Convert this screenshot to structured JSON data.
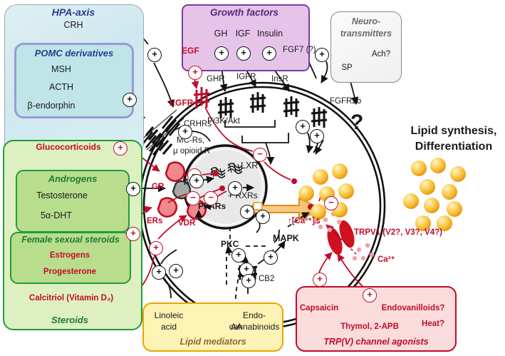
{
  "figure": {
    "outcome_line1": "Lipid synthesis,",
    "outcome_line2": "Differentiation",
    "question_mark": "?"
  },
  "hpa": {
    "title": "HPA-axis",
    "crh": "CRH",
    "pomc": {
      "title": "POMC derivatives",
      "items": [
        "MSH",
        "ACTH",
        "β-endorphin"
      ]
    }
  },
  "steroids": {
    "title": "Steroids",
    "glucocorticoids": "Glucocorticoids",
    "androgens": {
      "title": "Androgens",
      "items": [
        "Testosterone",
        "5α-DHT"
      ]
    },
    "female": {
      "title": "Female sexual steroids",
      "items": [
        "Estrogens",
        "Progesterone"
      ]
    },
    "calcitriol": "Calcitriol (Vitamin D₃)"
  },
  "growth_factors": {
    "title": "Growth factors",
    "ligands": [
      "GH",
      "IGF",
      "Insulin"
    ],
    "fgf7": "FGF7 (?)",
    "egf": "EGF"
  },
  "neurotransmitters": {
    "title_line1": "Neuro-",
    "title_line2": "transmitters",
    "ach": "Ach?",
    "sp": "SP"
  },
  "lipid_mediators": {
    "title": "Lipid mediators",
    "linoleic_line1": "Linoleic",
    "linoleic_line2": "acid",
    "aa": "AA",
    "endo_line1": "Endo-",
    "endo_line2": "cannabinoids"
  },
  "trp": {
    "title": "TRP(V) channel agonists",
    "capsaicin": "Capsaicin",
    "thymol": "Thymol, 2-APB",
    "endovanilloids": "Endovanilloids?",
    "heat": "Heat?"
  },
  "receptors": {
    "egfr": "EGFR",
    "ghr": "GHR",
    "igfr": "IGFR",
    "insr": "InsR",
    "fgfr2b": "FGFR2b",
    "crhrs": "CRHRs",
    "mcrs_line1": "MC-Rs,",
    "mcrs_line2": "μ opioid R",
    "cb2": "CB2",
    "trpv1": "TRPV1 (V2?, V3?, V4?)",
    "gr": "GR",
    "ar": "AR",
    "ers": "ERs",
    "vdr": "VDR",
    "ppars": "PPARs",
    "lxr": "LXR",
    "rxrs": "+ RXRs"
  },
  "intracellular": {
    "pi3k_akt": "Pi3K/Akt",
    "pkc": "PKC",
    "mapk": "MAPK",
    "calcium_rise": "↑[Ca²⁺]ᵢꜱ",
    "calcium_ion": "Ca²⁺"
  },
  "signs": {
    "plus": "+",
    "minus": "−"
  },
  "colors": {
    "red": "#c00d2a",
    "green": "#1f7a33",
    "purple": "#5b2580",
    "blue": "#2b3a8f",
    "gray": "#6b6b6b",
    "brown": "#8a6a2e",
    "lipid": "#f6b92e"
  }
}
